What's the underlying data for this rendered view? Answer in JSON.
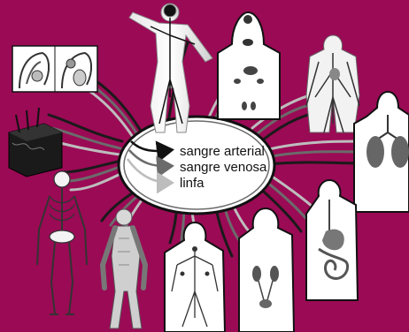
{
  "legend": {
    "arterial": "sangre arterial",
    "venous": "sangre venosa",
    "lymph": "linfa"
  },
  "colors": {
    "background": "#9b0a55",
    "arterial": "#111111",
    "venous": "#6b6b6b",
    "lymph": "#bdbdbd",
    "center": "#ffffff"
  },
  "systems": [
    "reproductive-system",
    "nervous-system",
    "endocrine-system",
    "circulatory-system",
    "respiratory-system",
    "digestive-system",
    "urinary-system",
    "lymphatic-system",
    "muscular-system",
    "skeletal-system",
    "integumentary-system"
  ]
}
